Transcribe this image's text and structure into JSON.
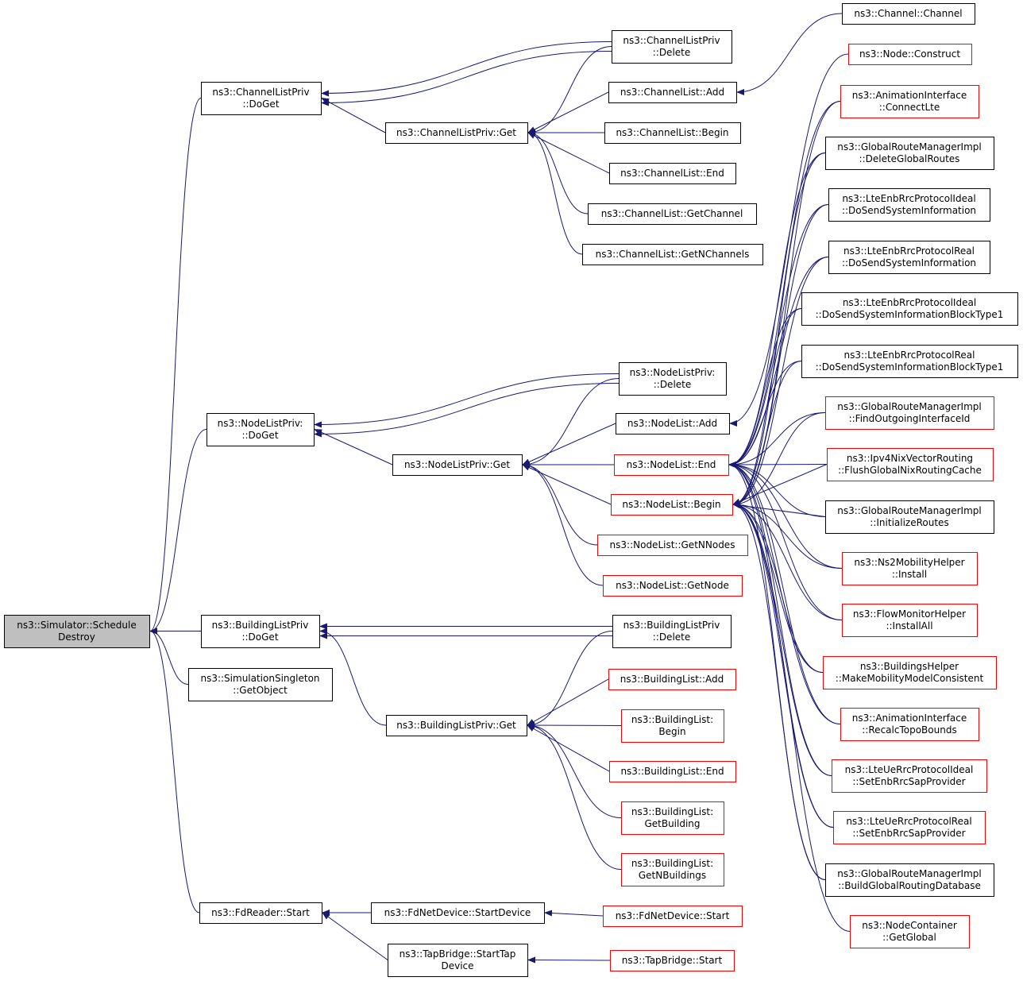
{
  "colors": {
    "edge": "#191970",
    "box_border": "#000000",
    "truncated_border": "#ff0000",
    "root_fill": "#bfbfbf",
    "fill": "#ffffff"
  },
  "nodes": [
    {
      "id": "root",
      "lines": [
        "ns3::Simulator::Schedule",
        "Destroy"
      ],
      "style": "root"
    },
    {
      "id": "clp_doget",
      "lines": [
        "ns3::ChannelListPriv",
        "::DoGet"
      ],
      "style": "normal"
    },
    {
      "id": "nlp_doget",
      "lines": [
        "ns3::NodeListPriv:",
        "::DoGet"
      ],
      "style": "normal"
    },
    {
      "id": "blp_doget",
      "lines": [
        "ns3::BuildingListPriv",
        "::DoGet"
      ],
      "style": "normal"
    },
    {
      "id": "sim_single",
      "lines": [
        "ns3::SimulationSingleton",
        "::GetObject"
      ],
      "style": "normal"
    },
    {
      "id": "fd_start",
      "lines": [
        "ns3::FdReader::Start"
      ],
      "style": "normal"
    },
    {
      "id": "clp_delete",
      "lines": [
        "ns3::ChannelListPriv",
        "::Delete"
      ],
      "style": "normal"
    },
    {
      "id": "clp_get",
      "lines": [
        "ns3::ChannelListPriv::Get"
      ],
      "style": "normal"
    },
    {
      "id": "cl_add",
      "lines": [
        "ns3::ChannelList::Add"
      ],
      "style": "normal"
    },
    {
      "id": "cl_begin",
      "lines": [
        "ns3::ChannelList::Begin"
      ],
      "style": "normal"
    },
    {
      "id": "cl_end",
      "lines": [
        "ns3::ChannelList::End"
      ],
      "style": "normal"
    },
    {
      "id": "cl_getchannel",
      "lines": [
        "ns3::ChannelList::GetChannel"
      ],
      "style": "normal"
    },
    {
      "id": "cl_getn",
      "lines": [
        "ns3::ChannelList::GetNChannels"
      ],
      "style": "normal"
    },
    {
      "id": "nlp_delete",
      "lines": [
        "ns3::NodeListPriv:",
        "::Delete"
      ],
      "style": "normal"
    },
    {
      "id": "nlp_get",
      "lines": [
        "ns3::NodeListPriv::Get"
      ],
      "style": "normal"
    },
    {
      "id": "nl_add",
      "lines": [
        "ns3::NodeList::Add"
      ],
      "style": "normal"
    },
    {
      "id": "nl_end",
      "lines": [
        "ns3::NodeList::End"
      ],
      "style": "truncated"
    },
    {
      "id": "nl_begin",
      "lines": [
        "ns3::NodeList::Begin"
      ],
      "style": "truncated"
    },
    {
      "id": "nl_getn",
      "lines": [
        "ns3::NodeList::GetNNodes"
      ],
      "style": "truncated"
    },
    {
      "id": "nl_getnode",
      "lines": [
        "ns3::NodeList::GetNode"
      ],
      "style": "truncated"
    },
    {
      "id": "blp_delete",
      "lines": [
        "ns3::BuildingListPriv",
        "::Delete"
      ],
      "style": "normal"
    },
    {
      "id": "blp_get",
      "lines": [
        "ns3::BuildingListPriv::Get"
      ],
      "style": "normal"
    },
    {
      "id": "bl_add",
      "lines": [
        "ns3::BuildingList::Add"
      ],
      "style": "truncated"
    },
    {
      "id": "bl_begin",
      "lines": [
        "ns3::BuildingList:",
        "Begin"
      ],
      "style": "truncated"
    },
    {
      "id": "bl_end",
      "lines": [
        "ns3::BuildingList::End"
      ],
      "style": "truncated"
    },
    {
      "id": "bl_getb",
      "lines": [
        "ns3::BuildingList:",
        "GetBuilding"
      ],
      "style": "truncated"
    },
    {
      "id": "bl_getn",
      "lines": [
        "ns3::BuildingList:",
        "GetNBuildings"
      ],
      "style": "truncated"
    },
    {
      "id": "fnd_startdev",
      "lines": [
        "ns3::FdNetDevice::StartDevice"
      ],
      "style": "normal"
    },
    {
      "id": "tb_starttap",
      "lines": [
        "ns3::TapBridge::StartTap",
        "Device"
      ],
      "style": "normal"
    },
    {
      "id": "fnd_start",
      "lines": [
        "ns3::FdNetDevice::Start"
      ],
      "style": "truncated"
    },
    {
      "id": "tb_start",
      "lines": [
        "ns3::TapBridge::Start"
      ],
      "style": "truncated"
    },
    {
      "id": "ch_channel",
      "lines": [
        "ns3::Channel::Channel"
      ],
      "style": "normal"
    },
    {
      "id": "node_construct",
      "lines": [
        "ns3::Node::Construct"
      ],
      "style": "truncated"
    },
    {
      "id": "ai_connectlte",
      "lines": [
        "ns3::AnimationInterface",
        "::ConnectLte"
      ],
      "style": "truncated"
    },
    {
      "id": "grm_delete",
      "lines": [
        "ns3::GlobalRouteManagerImpl",
        "::DeleteGlobalRoutes"
      ],
      "style": "normal"
    },
    {
      "id": "ideal_dosend",
      "lines": [
        "ns3::LteEnbRrcProtocolIdeal",
        "::DoSendSystemInformation"
      ],
      "style": "normal"
    },
    {
      "id": "real_dosend",
      "lines": [
        "ns3::LteEnbRrcProtocolReal",
        "::DoSendSystemInformation"
      ],
      "style": "normal"
    },
    {
      "id": "ideal_dosend1",
      "lines": [
        "ns3::LteEnbRrcProtocolIdeal",
        "::DoSendSystemInformationBlockType1"
      ],
      "style": "normal"
    },
    {
      "id": "real_dosend1",
      "lines": [
        "ns3::LteEnbRrcProtocolReal",
        "::DoSendSystemInformationBlockType1"
      ],
      "style": "normal"
    },
    {
      "id": "grm_findout",
      "lines": [
        "ns3::GlobalRouteManagerImpl",
        "::FindOutgoingInterfaceId"
      ],
      "style": "truncated"
    },
    {
      "id": "nix_flush",
      "lines": [
        "ns3::Ipv4NixVectorRouting",
        "::FlushGlobalNixRoutingCache"
      ],
      "style": "truncated"
    },
    {
      "id": "grm_init",
      "lines": [
        "ns3::GlobalRouteManagerImpl",
        "::InitializeRoutes"
      ],
      "style": "normal"
    },
    {
      "id": "ns2_install",
      "lines": [
        "ns3::Ns2MobilityHelper",
        "::Install"
      ],
      "style": "truncated"
    },
    {
      "id": "flow_installall",
      "lines": [
        "ns3::FlowMonitorHelper",
        "::InstallAll"
      ],
      "style": "truncated"
    },
    {
      "id": "bh_make",
      "lines": [
        "ns3::BuildingsHelper",
        "::MakeMobilityModelConsistent"
      ],
      "style": "truncated"
    },
    {
      "id": "ai_recalc",
      "lines": [
        "ns3::AnimationInterface",
        "::RecalcTopoBounds"
      ],
      "style": "truncated"
    },
    {
      "id": "ue_ideal_set",
      "lines": [
        "ns3::LteUeRrcProtocolIdeal",
        "::SetEnbRrcSapProvider"
      ],
      "style": "truncated"
    },
    {
      "id": "ue_real_set",
      "lines": [
        "ns3::LteUeRrcProtocolReal",
        "::SetEnbRrcSapProvider"
      ],
      "style": "truncated"
    },
    {
      "id": "grm_build",
      "lines": [
        "ns3::GlobalRouteManagerImpl",
        "::BuildGlobalRoutingDatabase"
      ],
      "style": "normal"
    },
    {
      "id": "nc_getglobal",
      "lines": [
        "ns3::NodeContainer",
        "::GetGlobal"
      ],
      "style": "truncated"
    }
  ],
  "edges": [
    [
      "clp_doget",
      "root"
    ],
    [
      "nlp_doget",
      "root"
    ],
    [
      "blp_doget",
      "root"
    ],
    [
      "sim_single",
      "root"
    ],
    [
      "fd_start",
      "root"
    ],
    [
      "clp_delete",
      "clp_doget"
    ],
    [
      "clp_delete",
      "clp_doget"
    ],
    [
      "clp_get",
      "clp_doget"
    ],
    [
      "clp_delete",
      "clp_get"
    ],
    [
      "cl_add",
      "clp_get"
    ],
    [
      "cl_begin",
      "clp_get"
    ],
    [
      "cl_end",
      "clp_get"
    ],
    [
      "cl_getchannel",
      "clp_get"
    ],
    [
      "cl_getn",
      "clp_get"
    ],
    [
      "ch_channel",
      "cl_add"
    ],
    [
      "nlp_delete",
      "nlp_doget"
    ],
    [
      "nlp_delete",
      "nlp_doget"
    ],
    [
      "nlp_get",
      "nlp_doget"
    ],
    [
      "nlp_delete",
      "nlp_get"
    ],
    [
      "nl_add",
      "nlp_get"
    ],
    [
      "nl_end",
      "nlp_get"
    ],
    [
      "nl_begin",
      "nlp_get"
    ],
    [
      "nl_getn",
      "nlp_get"
    ],
    [
      "nl_getnode",
      "nlp_get"
    ],
    [
      "node_construct",
      "nl_add"
    ],
    [
      "ai_connectlte",
      "nl_end"
    ],
    [
      "grm_delete",
      "nl_end"
    ],
    [
      "ideal_dosend",
      "nl_end"
    ],
    [
      "real_dosend",
      "nl_end"
    ],
    [
      "ideal_dosend1",
      "nl_end"
    ],
    [
      "real_dosend1",
      "nl_end"
    ],
    [
      "grm_findout",
      "nl_end"
    ],
    [
      "nix_flush",
      "nl_end"
    ],
    [
      "grm_init",
      "nl_end"
    ],
    [
      "ns2_install",
      "nl_end"
    ],
    [
      "flow_installall",
      "nl_end"
    ],
    [
      "bh_make",
      "nl_end"
    ],
    [
      "ai_recalc",
      "nl_end"
    ],
    [
      "ue_ideal_set",
      "nl_end"
    ],
    [
      "ue_real_set",
      "nl_end"
    ],
    [
      "grm_build",
      "nl_end"
    ],
    [
      "ai_connectlte",
      "nl_begin"
    ],
    [
      "grm_delete",
      "nl_begin"
    ],
    [
      "ideal_dosend",
      "nl_begin"
    ],
    [
      "real_dosend",
      "nl_begin"
    ],
    [
      "ideal_dosend1",
      "nl_begin"
    ],
    [
      "real_dosend1",
      "nl_begin"
    ],
    [
      "grm_findout",
      "nl_begin"
    ],
    [
      "nix_flush",
      "nl_begin"
    ],
    [
      "grm_init",
      "nl_begin"
    ],
    [
      "ns2_install",
      "nl_begin"
    ],
    [
      "flow_installall",
      "nl_begin"
    ],
    [
      "bh_make",
      "nl_begin"
    ],
    [
      "ai_recalc",
      "nl_begin"
    ],
    [
      "ue_ideal_set",
      "nl_begin"
    ],
    [
      "ue_real_set",
      "nl_begin"
    ],
    [
      "grm_build",
      "nl_begin"
    ],
    [
      "nc_getglobal",
      "nl_begin"
    ],
    [
      "blp_delete",
      "blp_doget"
    ],
    [
      "blp_delete",
      "blp_doget"
    ],
    [
      "blp_get",
      "blp_doget"
    ],
    [
      "blp_delete",
      "blp_get"
    ],
    [
      "bl_add",
      "blp_get"
    ],
    [
      "bl_begin",
      "blp_get"
    ],
    [
      "bl_end",
      "blp_get"
    ],
    [
      "bl_getb",
      "blp_get"
    ],
    [
      "bl_getn",
      "blp_get"
    ],
    [
      "fnd_startdev",
      "fd_start"
    ],
    [
      "tb_starttap",
      "fd_start"
    ],
    [
      "fnd_start",
      "fnd_startdev"
    ],
    [
      "tb_start",
      "tb_starttap"
    ]
  ]
}
